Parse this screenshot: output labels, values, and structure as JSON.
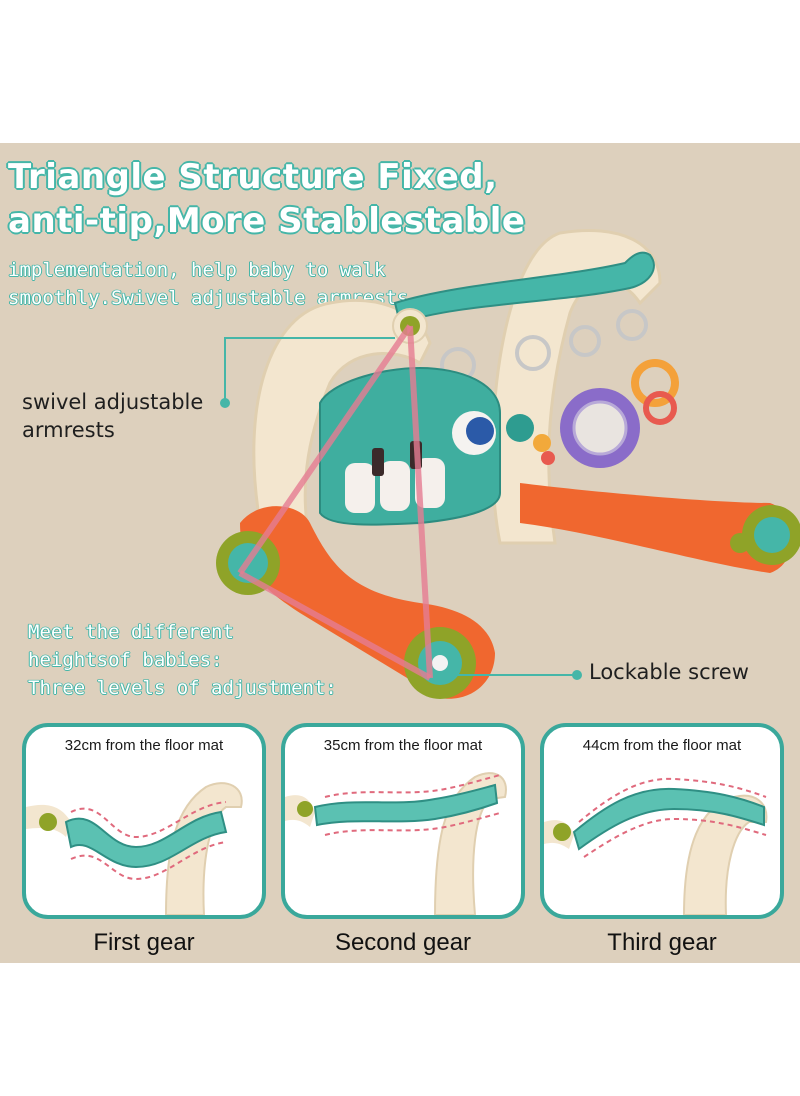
{
  "headline": {
    "line1": "Triangle Structure Fixed,",
    "line2": "anti-tip,More Stablestable"
  },
  "subtext": {
    "line1": "implementation, help baby to walk",
    "line2": "smoothly.Swivel adjustable armrests"
  },
  "callouts": {
    "armrests_line1": "swivel adjustable",
    "armrests_line2": "armrests",
    "screw": "Lockable screw"
  },
  "heights_note": {
    "line1": "Meet the different",
    "line2": "heightsof babies:",
    "line3": "Three levels of adjustment:"
  },
  "gears": [
    {
      "caption": "32cm from the floor mat",
      "label": "First gear"
    },
    {
      "caption": "35cm from the floor mat",
      "label": "Second gear"
    },
    {
      "caption": "44cm from the floor mat",
      "label": "Third gear"
    }
  ],
  "colors": {
    "background": "#ddd0bd",
    "teal": "#45b6a8",
    "orange": "#f0672f",
    "cream": "#f3e6cf",
    "olive": "#8fa328",
    "purple": "#8a6cc9"
  }
}
